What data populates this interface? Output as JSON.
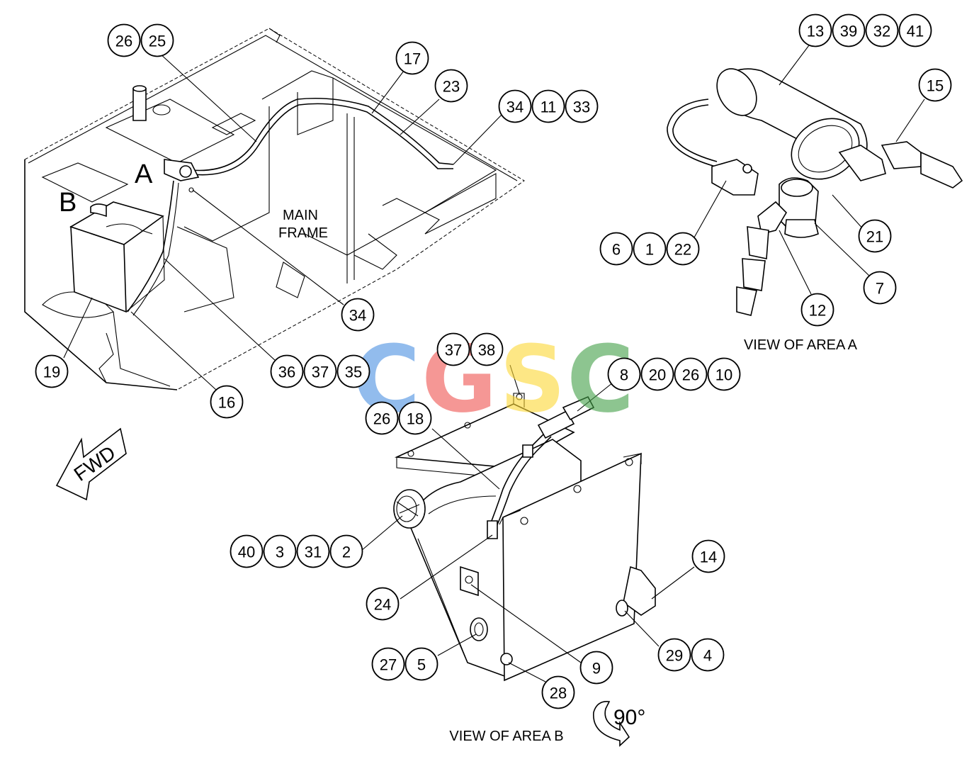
{
  "labels": {
    "area_a_letter": "A",
    "area_b_letter": "B",
    "main_frame_line1": "MAIN",
    "main_frame_line2": "FRAME",
    "view_area_a": "VIEW OF AREA A",
    "view_area_b": "VIEW OF AREA B",
    "fwd": "FWD",
    "rotation": "90°"
  },
  "watermark": {
    "letters": [
      "C",
      "G",
      "S",
      "C"
    ],
    "colors": [
      "#4a90e2",
      "#ef5350",
      "#fdd835",
      "#43a047"
    ]
  },
  "callouts": [
    {
      "id": "c-26a",
      "text": "26"
    },
    {
      "id": "c-25",
      "text": "25"
    },
    {
      "id": "c-17",
      "text": "17"
    },
    {
      "id": "c-23",
      "text": "23"
    },
    {
      "id": "c-34a",
      "text": "34"
    },
    {
      "id": "c-11",
      "text": "11"
    },
    {
      "id": "c-33",
      "text": "33"
    },
    {
      "id": "c-34b",
      "text": "34"
    },
    {
      "id": "c-19",
      "text": "19"
    },
    {
      "id": "c-16",
      "text": "16"
    },
    {
      "id": "c-36",
      "text": "36"
    },
    {
      "id": "c-37a",
      "text": "37"
    },
    {
      "id": "c-35",
      "text": "35"
    },
    {
      "id": "c-13",
      "text": "13"
    },
    {
      "id": "c-39",
      "text": "39"
    },
    {
      "id": "c-32",
      "text": "32"
    },
    {
      "id": "c-41",
      "text": "41"
    },
    {
      "id": "c-15",
      "text": "15"
    },
    {
      "id": "c-6",
      "text": "6"
    },
    {
      "id": "c-1",
      "text": "1"
    },
    {
      "id": "c-22",
      "text": "22"
    },
    {
      "id": "c-21",
      "text": "21"
    },
    {
      "id": "c-7",
      "text": "7"
    },
    {
      "id": "c-12",
      "text": "12"
    },
    {
      "id": "c-37b",
      "text": "37"
    },
    {
      "id": "c-38",
      "text": "38"
    },
    {
      "id": "c-8",
      "text": "8"
    },
    {
      "id": "c-20",
      "text": "20"
    },
    {
      "id": "c-26b",
      "text": "26"
    },
    {
      "id": "c-10",
      "text": "10"
    },
    {
      "id": "c-26c",
      "text": "26"
    },
    {
      "id": "c-18",
      "text": "18"
    },
    {
      "id": "c-40",
      "text": "40"
    },
    {
      "id": "c-3",
      "text": "3"
    },
    {
      "id": "c-31",
      "text": "31"
    },
    {
      "id": "c-2",
      "text": "2"
    },
    {
      "id": "c-24",
      "text": "24"
    },
    {
      "id": "c-14",
      "text": "14"
    },
    {
      "id": "c-29",
      "text": "29"
    },
    {
      "id": "c-4",
      "text": "4"
    },
    {
      "id": "c-27",
      "text": "27"
    },
    {
      "id": "c-5",
      "text": "5"
    },
    {
      "id": "c-9",
      "text": "9"
    },
    {
      "id": "c-28",
      "text": "28"
    }
  ]
}
